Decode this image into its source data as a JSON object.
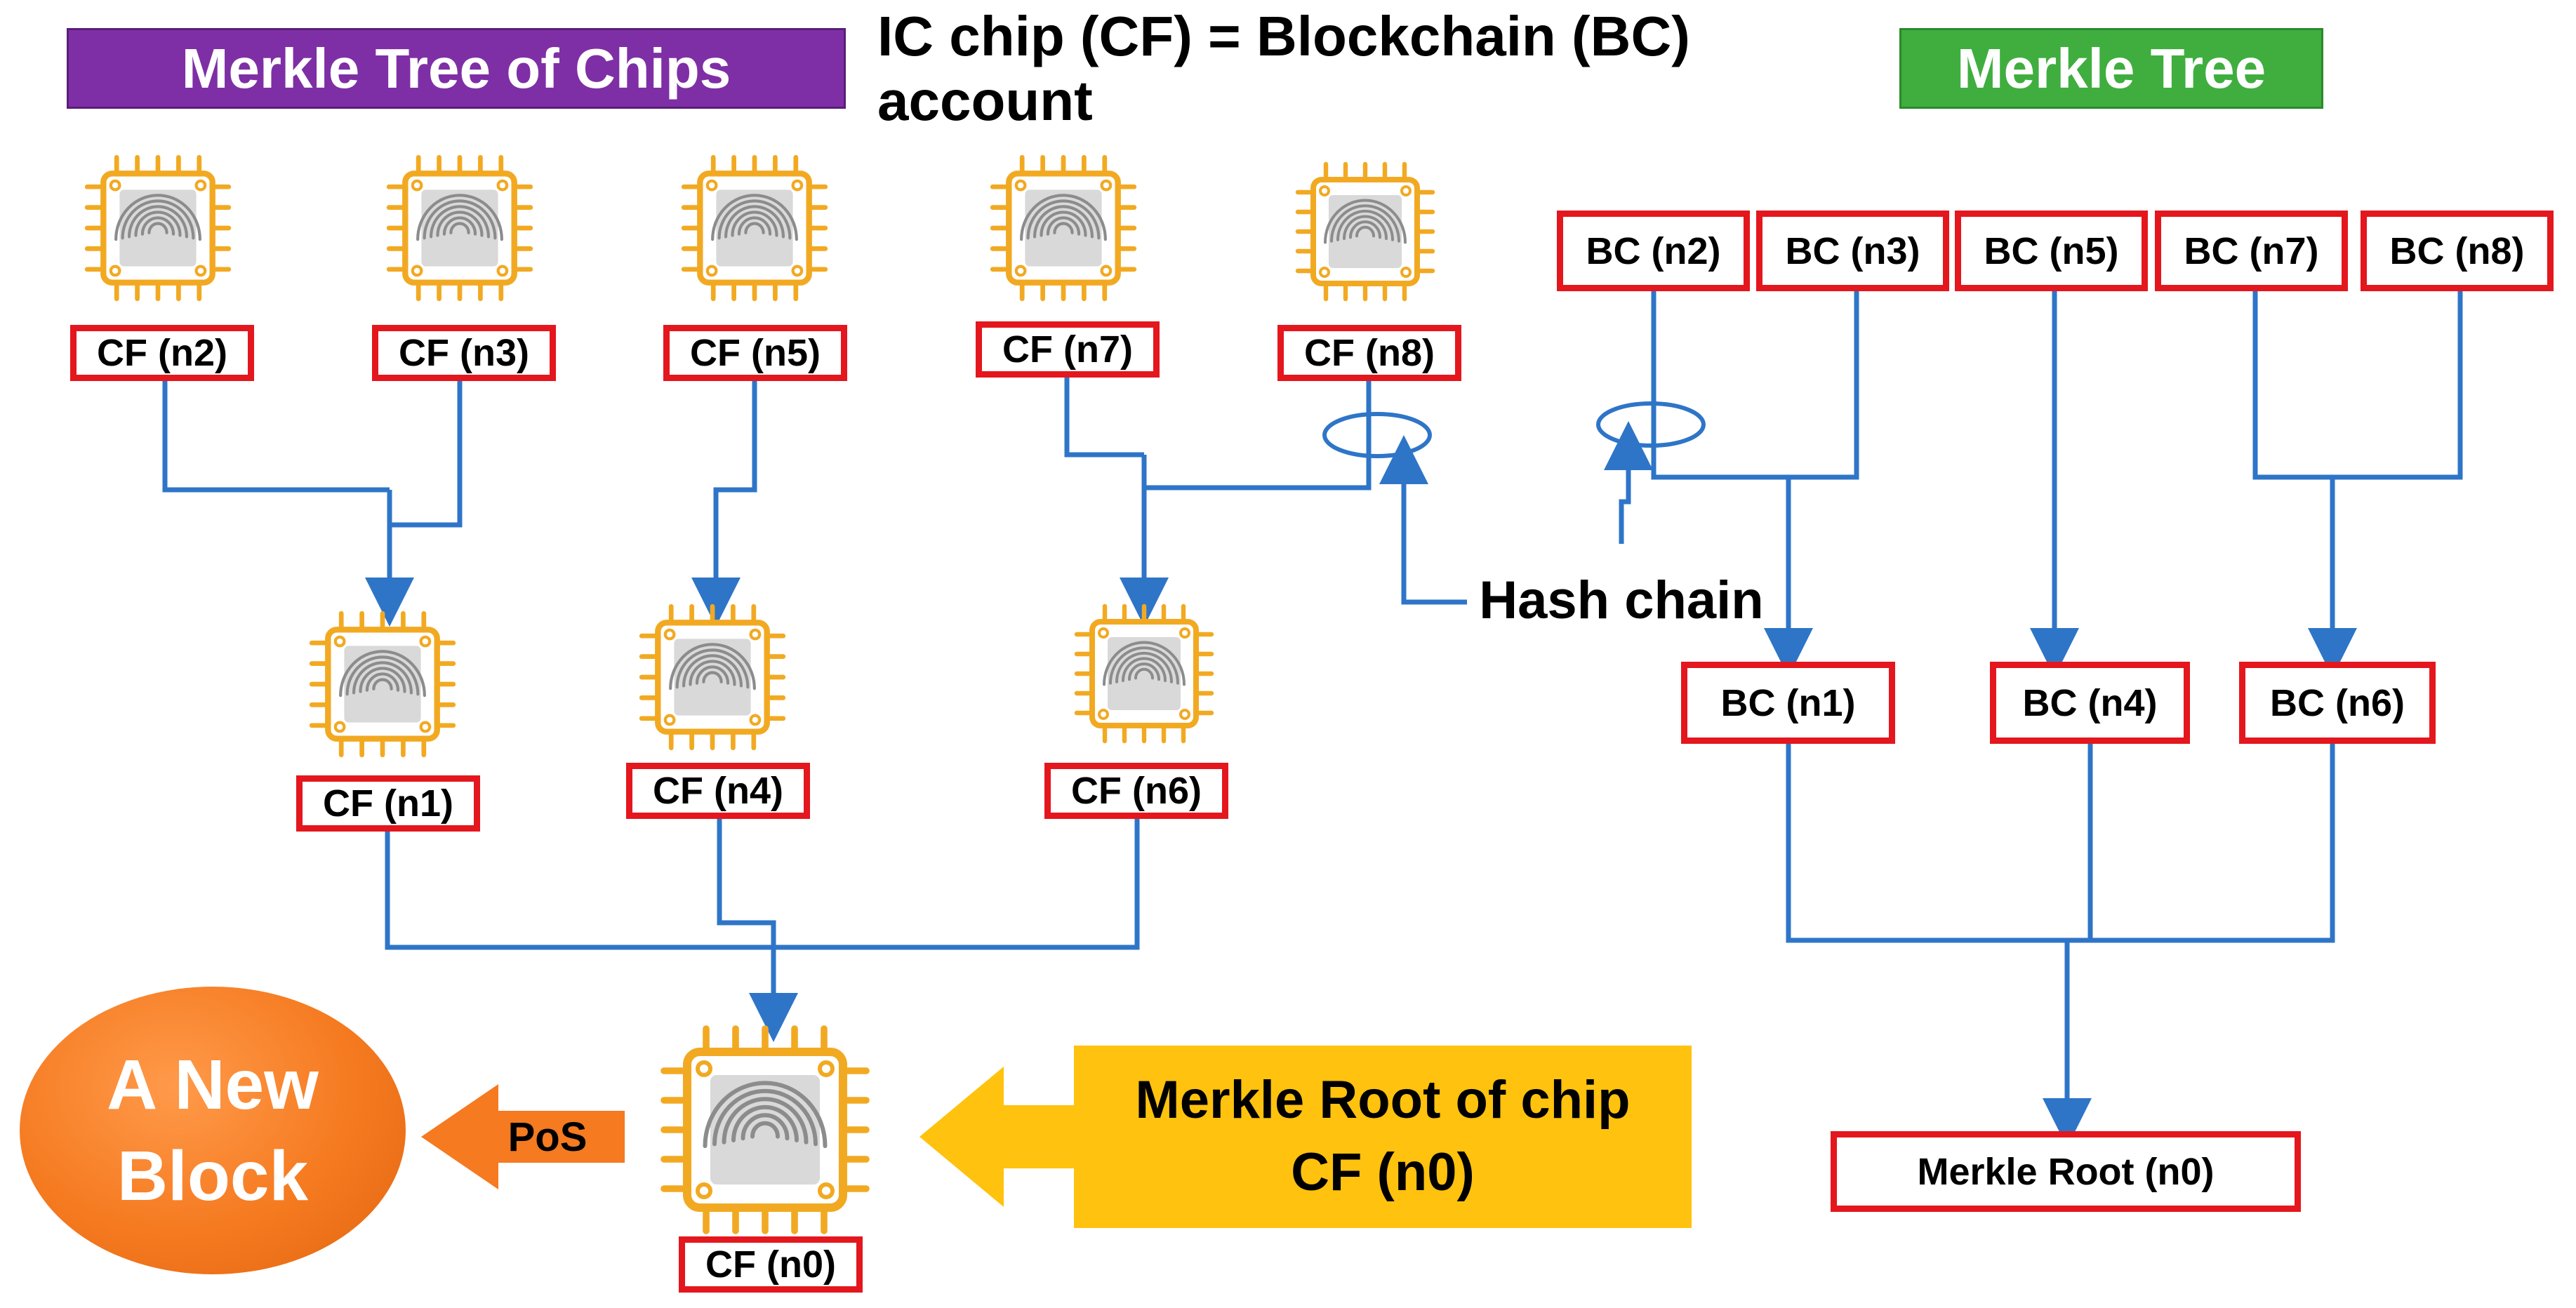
{
  "header": {
    "left_title": "Merkle Tree of Chips",
    "center_title": "IC chip (CF) = Blockchain (BC) account",
    "right_title": "Merkle Tree"
  },
  "chips": {
    "n2": "CF (n2)",
    "n3": "CF (n3)",
    "n5": "CF (n5)",
    "n7": "CF (n7)",
    "n8": "CF (n8)",
    "n1": "CF (n1)",
    "n4": "CF (n4)",
    "n6": "CF (n6)",
    "n0": "CF (n0)"
  },
  "blockchain": {
    "n2": "BC (n2)",
    "n3": "BC (n3)",
    "n5": "BC (n5)",
    "n7": "BC (n7)",
    "n8": "BC (n8)",
    "n1": "BC (n1)",
    "n4": "BC (n4)",
    "n6": "BC (n6)",
    "root": "Merkle Root (n0)"
  },
  "labels": {
    "hash_chain": "Hash chain",
    "new_block_line1": "A New",
    "new_block_line2": "Block",
    "pos": "PoS",
    "merkle_root_chip_line1": "Merkle Root of chip",
    "merkle_root_chip_line2": "CF (n0)"
  },
  "colors": {
    "line_blue": "#2e75c8",
    "box_red": "#e3171d",
    "chip_gold": "#f2a922",
    "title_purple": "#7f2fa5",
    "title_green": "#3fae3f",
    "new_block_orange": "#f57a20",
    "arrow_yellow": "#ffc20e"
  },
  "icons": {
    "chip": "fingerprint-chip-icon"
  }
}
